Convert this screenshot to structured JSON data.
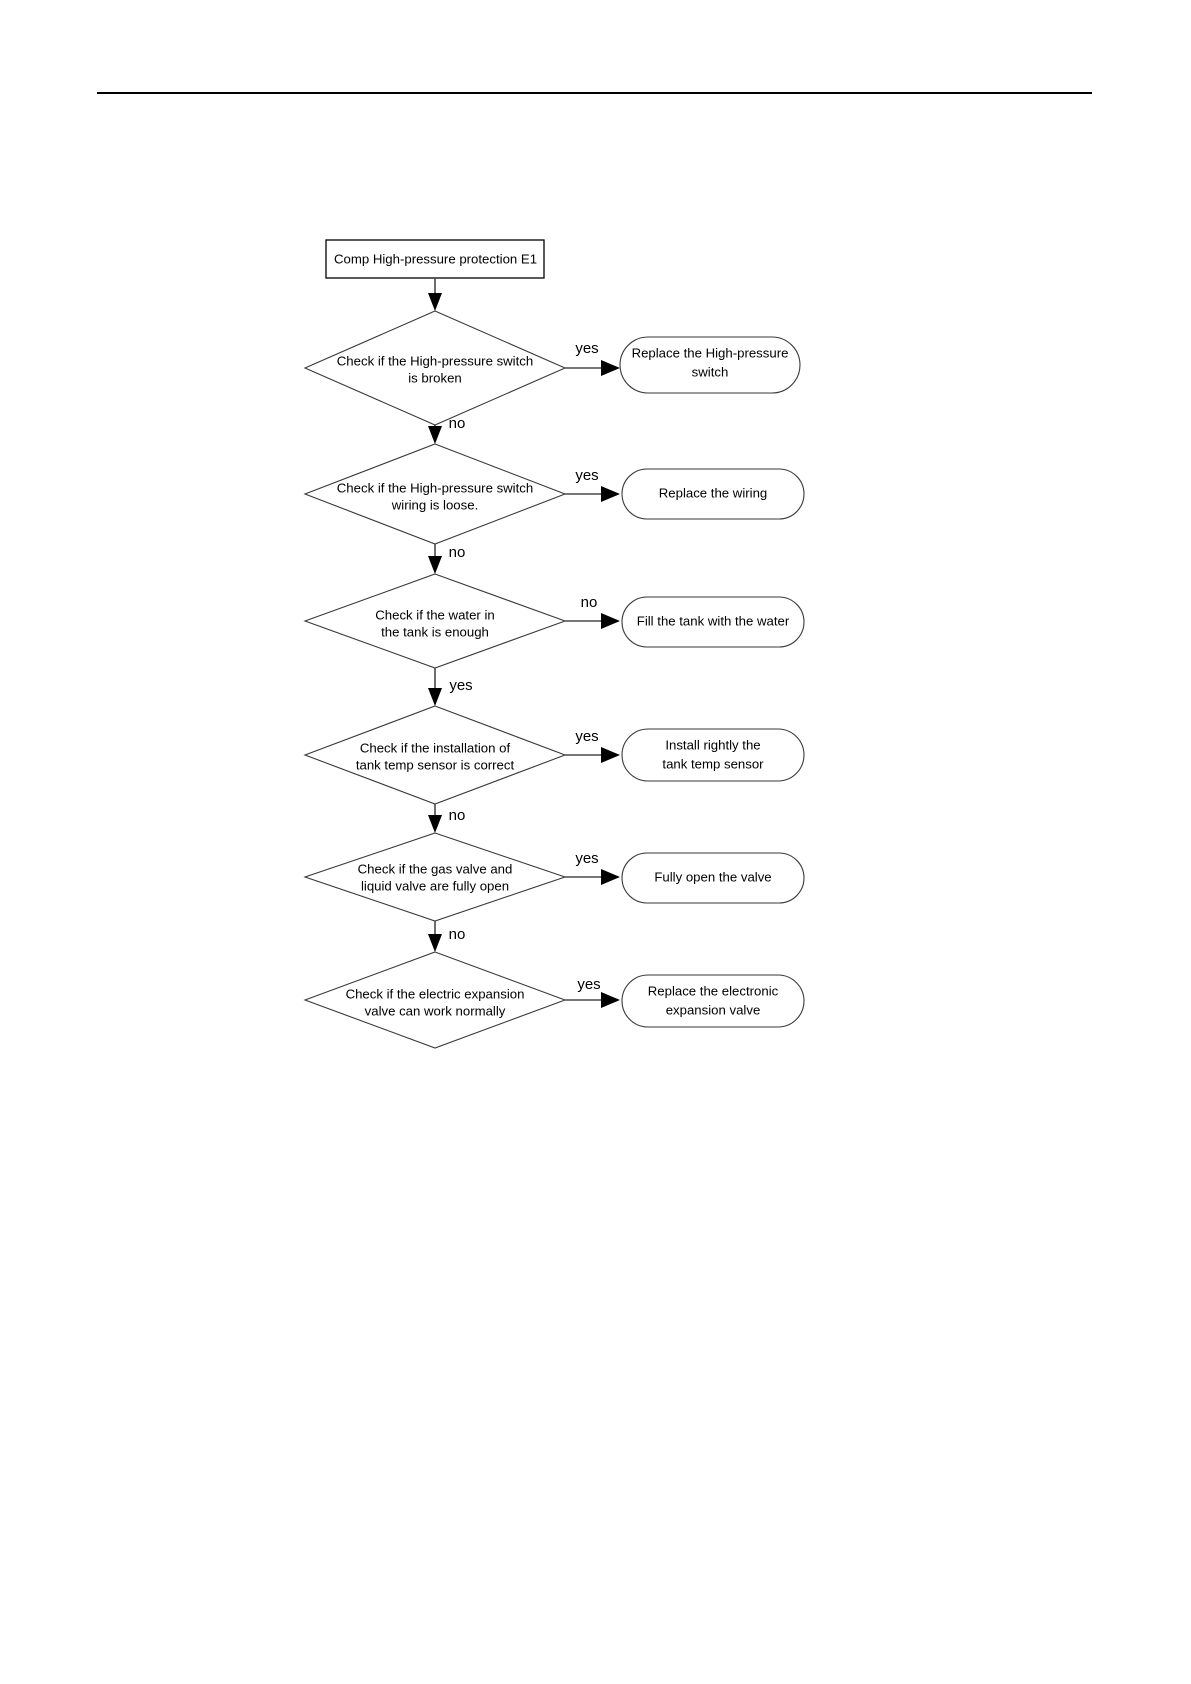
{
  "page": {
    "header_rule": true,
    "background_color": "#ffffff",
    "line_color": "#000000"
  },
  "chart_data": {
    "type": "flowchart",
    "title": "Comp High-pressure protection E1 troubleshooting flowchart",
    "orientation": "top-to-bottom",
    "start_node": {
      "id": "start",
      "shape": "rectangle",
      "label": "Comp High-pressure protection E1"
    },
    "steps": [
      {
        "id": "d1",
        "shape": "diamond",
        "question_line1": "Check if the High-pressure switch",
        "question_line2": "is broken",
        "branch_label": "yes",
        "down_label": "no",
        "outcome": {
          "id": "o1",
          "shape": "rounded",
          "line1": "Replace the High-pressure",
          "line2": "switch"
        }
      },
      {
        "id": "d2",
        "shape": "diamond",
        "question_line1": "Check if the High-pressure switch",
        "question_line2": "wiring is loose.",
        "branch_label": "yes",
        "down_label": "no",
        "outcome": {
          "id": "o2",
          "shape": "rounded",
          "line1": "Replace the wiring",
          "line2": ""
        }
      },
      {
        "id": "d3",
        "shape": "diamond",
        "question_line1": "Check if the water in",
        "question_line2": "the tank is enough",
        "branch_label": "no",
        "down_label": "yes",
        "outcome": {
          "id": "o3",
          "shape": "rounded",
          "line1": "Fill the tank with the water",
          "line2": ""
        }
      },
      {
        "id": "d4",
        "shape": "diamond",
        "question_line1": "Check if the installation of",
        "question_line2": "tank temp sensor is correct",
        "branch_label": "yes",
        "down_label": "no",
        "outcome": {
          "id": "o4",
          "shape": "rounded",
          "line1": "Install rightly the",
          "line2": "tank temp sensor"
        }
      },
      {
        "id": "d5",
        "shape": "diamond",
        "question_line1": "Check if the gas valve and",
        "question_line2": "liquid valve are fully open",
        "branch_label": "yes",
        "down_label": "no",
        "outcome": {
          "id": "o5",
          "shape": "rounded",
          "line1": "Fully open the valve",
          "line2": ""
        }
      },
      {
        "id": "d6",
        "shape": "diamond",
        "question_line1": "Check if the electric expansion",
        "question_line2": "valve can work normally",
        "branch_label": "yes",
        "down_label": "",
        "outcome": {
          "id": "o6",
          "shape": "rounded",
          "line1": "Replace the electronic",
          "line2": "expansion valve"
        }
      }
    ]
  }
}
